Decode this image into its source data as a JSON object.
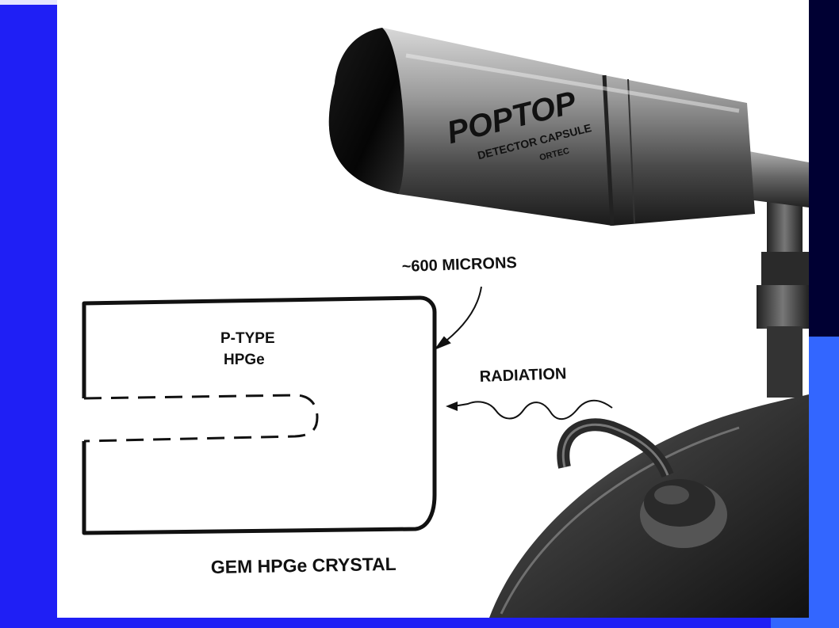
{
  "photo": {
    "brand_text": "POPTOP",
    "capsule_text": "DETECTOR CAPSULE",
    "maker_text": "ORTEC"
  },
  "diagram": {
    "thickness_label": "~600 MICRONS",
    "crystal_label_line1": "P-TYPE",
    "crystal_label_line2": "HPGe",
    "radiation_label": "RADIATION",
    "caption": "GEM HPGe CRYSTAL"
  },
  "colors": {
    "frame_blue": "#1f1ff5",
    "frame_dark": "#000033",
    "frame_accent": "#3366ff",
    "slide_bg": "#ffffff",
    "ink": "#111111"
  }
}
